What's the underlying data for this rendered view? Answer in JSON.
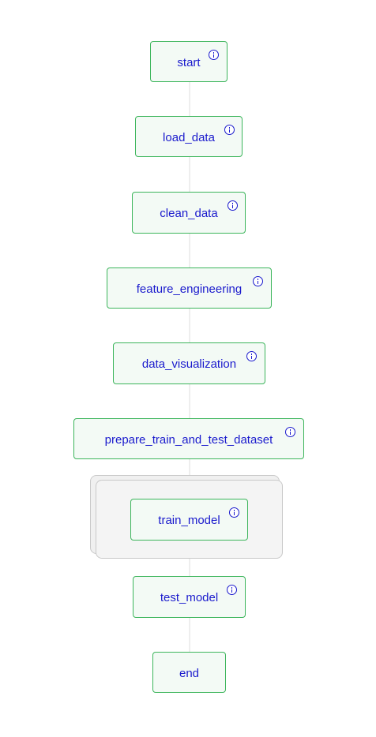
{
  "diagram": {
    "nodes": [
      {
        "id": "start",
        "label": "start"
      },
      {
        "id": "load_data",
        "label": "load_data"
      },
      {
        "id": "clean_data",
        "label": "clean_data"
      },
      {
        "id": "feature_engineering",
        "label": "feature_engineering"
      },
      {
        "id": "data_visualization",
        "label": "data_visualization"
      },
      {
        "id": "prepare_train_and_test_dataset",
        "label": "prepare_train_and_test_dataset"
      },
      {
        "id": "train_model",
        "label": "train_model"
      },
      {
        "id": "test_model",
        "label": "test_model"
      },
      {
        "id": "end",
        "label": "end"
      }
    ],
    "edges": [
      [
        "start",
        "load_data"
      ],
      [
        "load_data",
        "clean_data"
      ],
      [
        "clean_data",
        "feature_engineering"
      ],
      [
        "feature_engineering",
        "data_visualization"
      ],
      [
        "data_visualization",
        "prepare_train_and_test_dataset"
      ],
      [
        "prepare_train_and_test_dataset",
        "train_model"
      ],
      [
        "train_model",
        "test_model"
      ],
      [
        "test_model",
        "end"
      ]
    ],
    "colors": {
      "node_border": "#3cb55b",
      "node_fill": "#f3faf5",
      "label_text": "#1a1acd",
      "edge": "#dcdcdc",
      "stack_border": "#c9c9c9",
      "stack_fill": "#f0f0f0"
    },
    "icons": {
      "info": "info-circle-icon"
    }
  }
}
